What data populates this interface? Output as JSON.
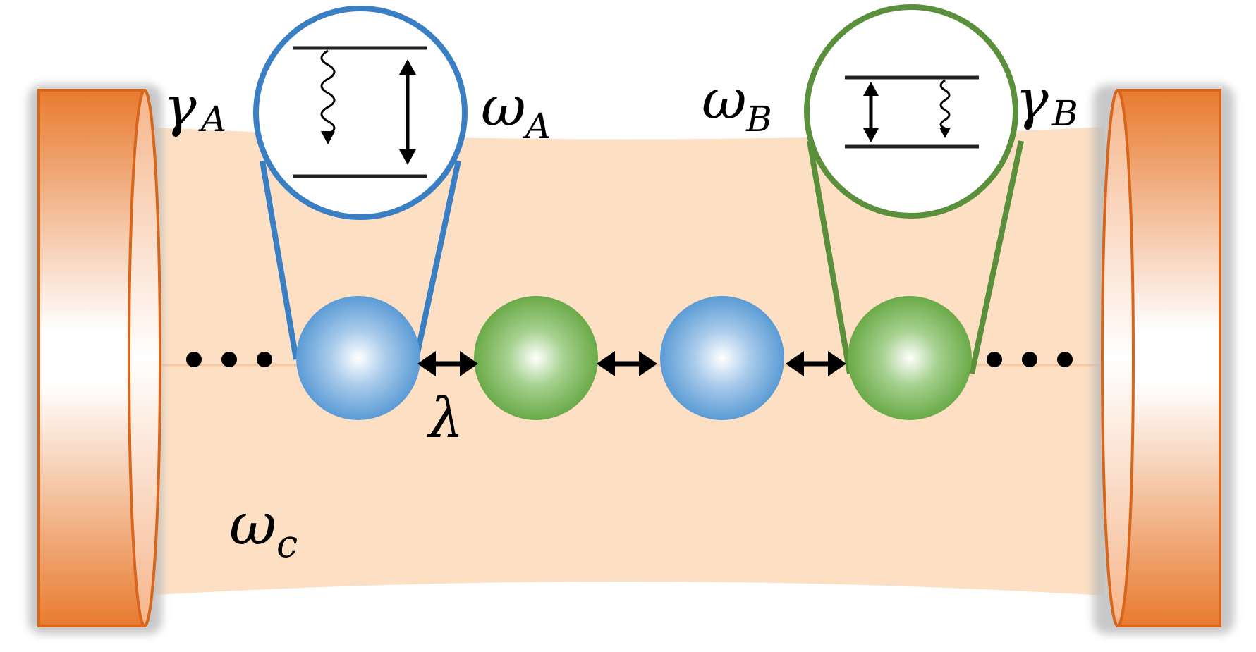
{
  "diagram": {
    "colors": {
      "cavity_fill": "#fde0c4",
      "mirror_orange": "#e87a2e",
      "atom_a_blue": "#5b9bd5",
      "atom_b_green": "#6aaa48",
      "zoom_a_stroke": "#3a7fc4",
      "zoom_b_stroke": "#5a8f3c"
    },
    "labels": {
      "gamma": "γ",
      "omega": "ω",
      "lambda": "λ",
      "sub_a": "A",
      "sub_b": "B",
      "sub_c": "c",
      "ellipsis": "⋯"
    },
    "atoms_sequence": [
      "A",
      "B",
      "A",
      "B"
    ]
  }
}
